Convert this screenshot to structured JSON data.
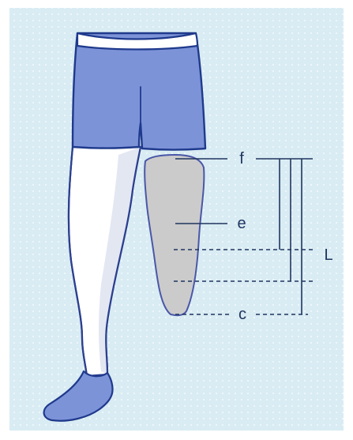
{
  "colors": {
    "panel_background": "#d9ecf3",
    "panel_dots": "#ffffff",
    "shorts_fill": "#7d93d8",
    "shorts_outline": "#1f3a8c",
    "leg_fill": "#ffffff",
    "leg_shadow": "#e3e7f2",
    "stump_fill": "#cbcbcb",
    "stump_outline": "#4a57a8",
    "shoe_fill": "#7d93d8",
    "measure_lines": "#1f3560"
  },
  "labels": {
    "f": "f",
    "e": "e",
    "c": "c",
    "L": "L"
  }
}
